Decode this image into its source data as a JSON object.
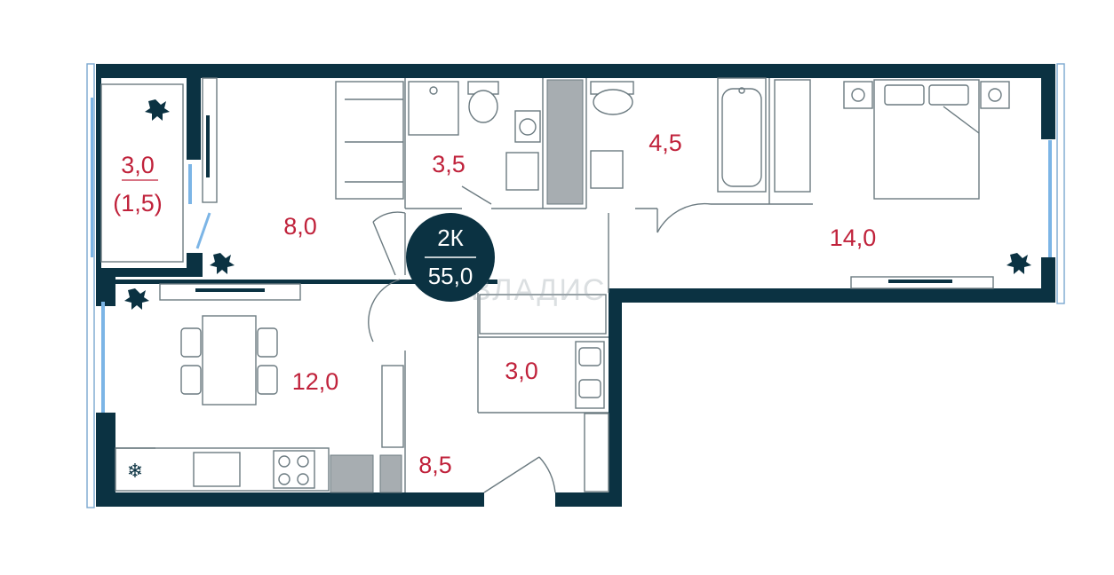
{
  "plan": {
    "type_label": "2К",
    "total_area": "55,0",
    "watermark": "ВЛАДИС",
    "rooms": {
      "balcony_area": "3,0",
      "balcony_area_reduced": "(1,5)",
      "living": "8,0",
      "bathroom": "3,5",
      "toilet": "4,5",
      "bedroom": "14,0",
      "kitchen": "12,0",
      "storage": "3,0",
      "hall": "8,5"
    },
    "colors": {
      "walls": "#0b3242",
      "area_text": "#c0223b",
      "badge": "#0b3242",
      "windows": "#7cb5e6"
    }
  }
}
